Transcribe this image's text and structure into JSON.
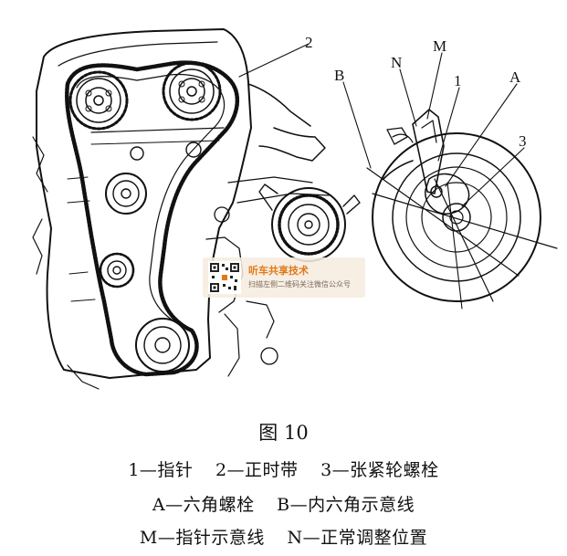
{
  "figure": {
    "number": "图 10"
  },
  "callouts": {
    "label_2": "2",
    "label_b": "B",
    "label_n": "N",
    "label_m": "M",
    "label_1": "1",
    "label_a": "A",
    "label_3": "3"
  },
  "legend": {
    "line1": [
      "1—指针",
      "2—正时带",
      "3—张紧轮螺栓"
    ],
    "line2": [
      "A—六角螺栓",
      "B—内六角示意线"
    ],
    "line3": [
      "M—指针示意线",
      "N—正常调整位置"
    ]
  },
  "watermark": {
    "title": "听车共享技术",
    "subtitle": "扫描左侧二维码关注微信公众号",
    "accent_color": "#e07a18"
  }
}
